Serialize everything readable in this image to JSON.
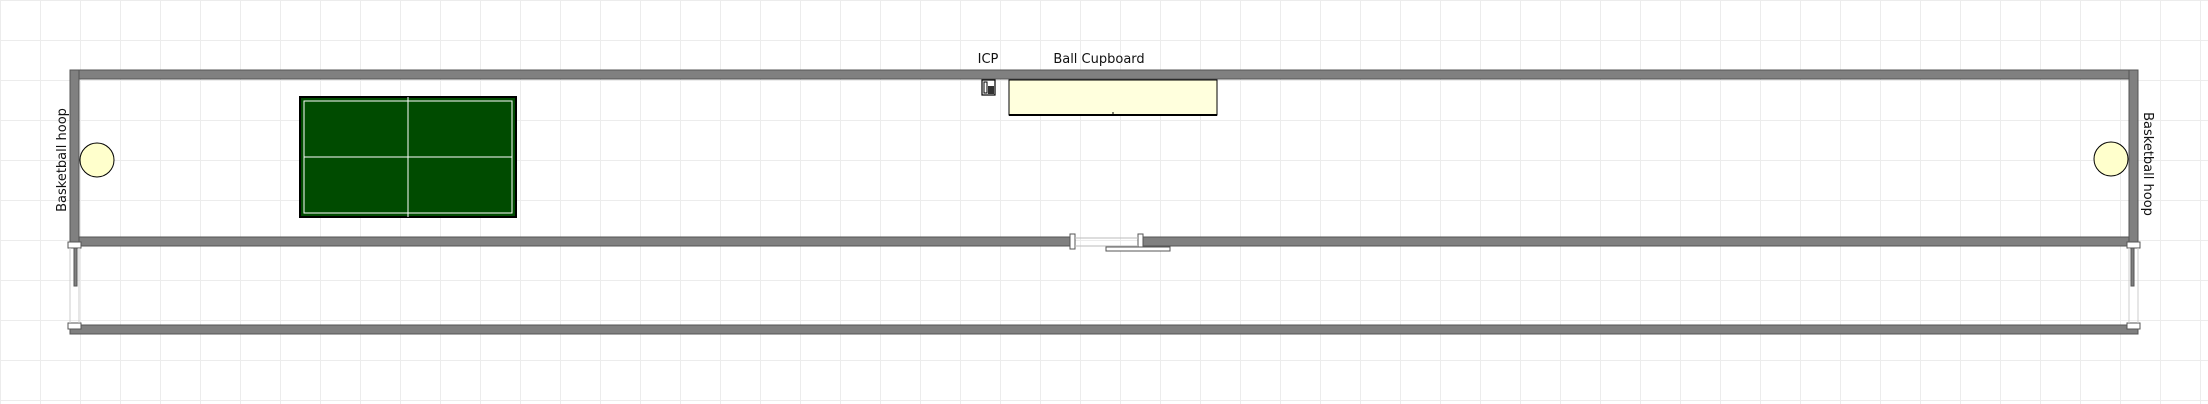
{
  "labels": {
    "icp": "ICP",
    "ball_cupboard": "Ball Cupboard",
    "hoop_left": "Basketball hoop",
    "hoop_right": "Basketball hoop"
  },
  "colors": {
    "wall": "#808080",
    "wall_stroke": "#555555",
    "table_green": "#004b00",
    "table_lines": "#ffffff",
    "cupboard_fill": "#ffffdd",
    "hoop_fill": "#ffffcc",
    "grid": "#ececec"
  }
}
